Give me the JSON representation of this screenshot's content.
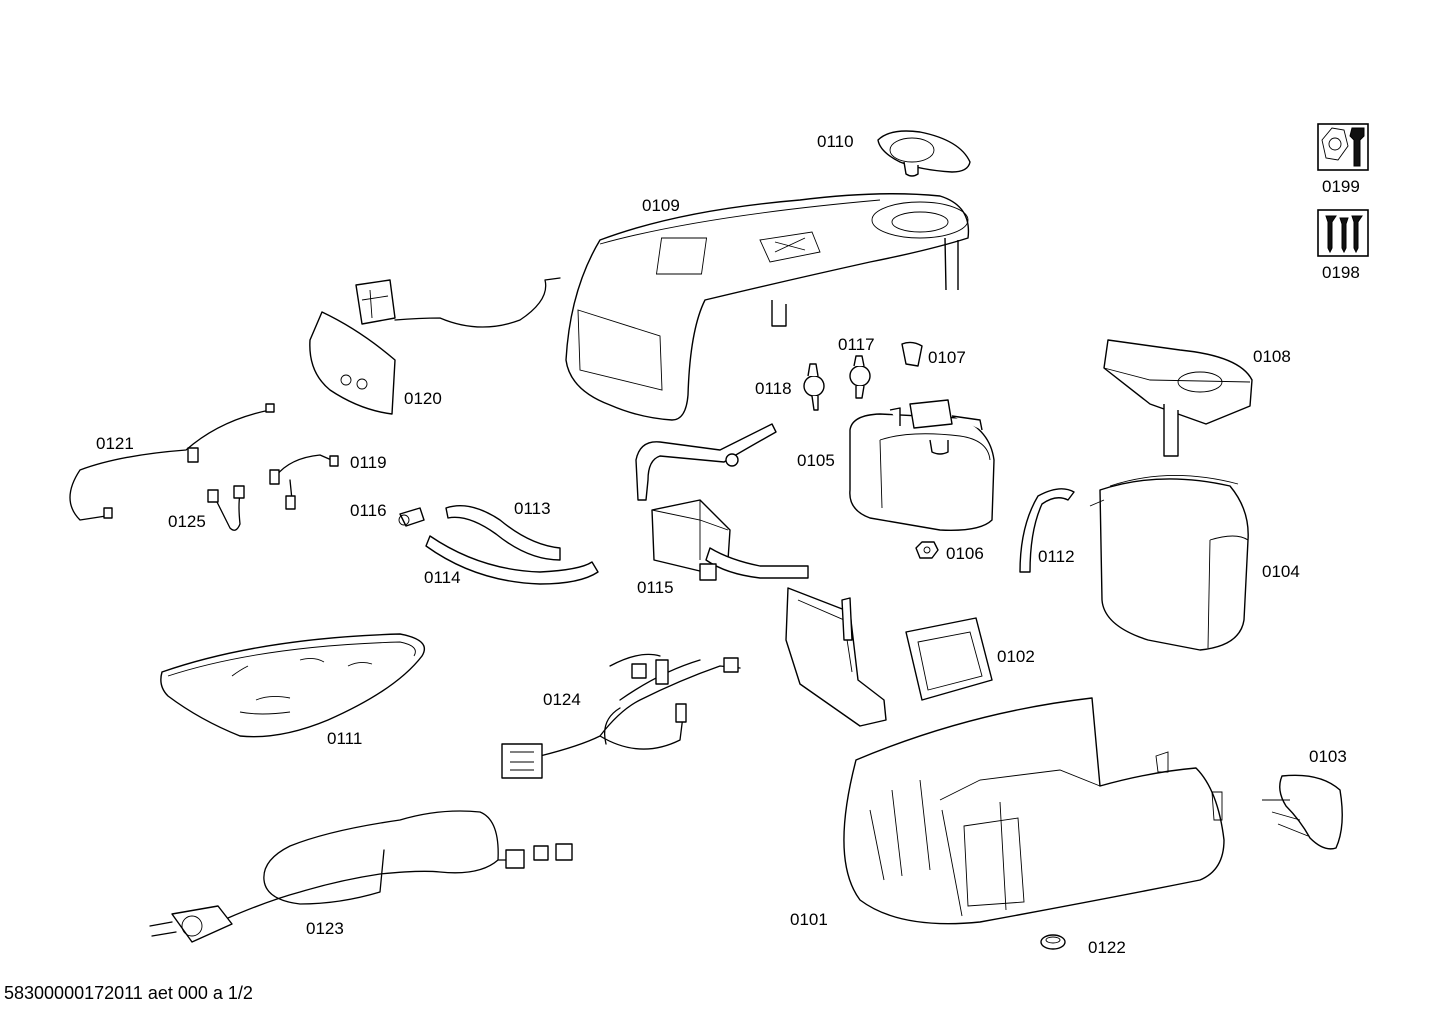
{
  "labels": {
    "p0101": "0101",
    "p0102": "0102",
    "p0103": "0103",
    "p0104": "0104",
    "p0105": "0105",
    "p0106": "0106",
    "p0107": "0107",
    "p0108": "0108",
    "p0109": "0109",
    "p0110": "0110",
    "p0111": "0111",
    "p0112": "0112",
    "p0113": "0113",
    "p0114": "0114",
    "p0115": "0115",
    "p0116": "0116",
    "p0117": "0117",
    "p0118": "0118",
    "p0119": "0119",
    "p0120": "0120",
    "p0121": "0121",
    "p0122": "0122",
    "p0123": "0123",
    "p0124": "0124",
    "p0125": "0125",
    "p0198": "0198",
    "p0199": "0199"
  },
  "icons": {
    "tool_icon": "wrench-nut-icon",
    "screws_icon": "screws-icon"
  },
  "footer": "58300000172011 aet 000 a 1/2"
}
